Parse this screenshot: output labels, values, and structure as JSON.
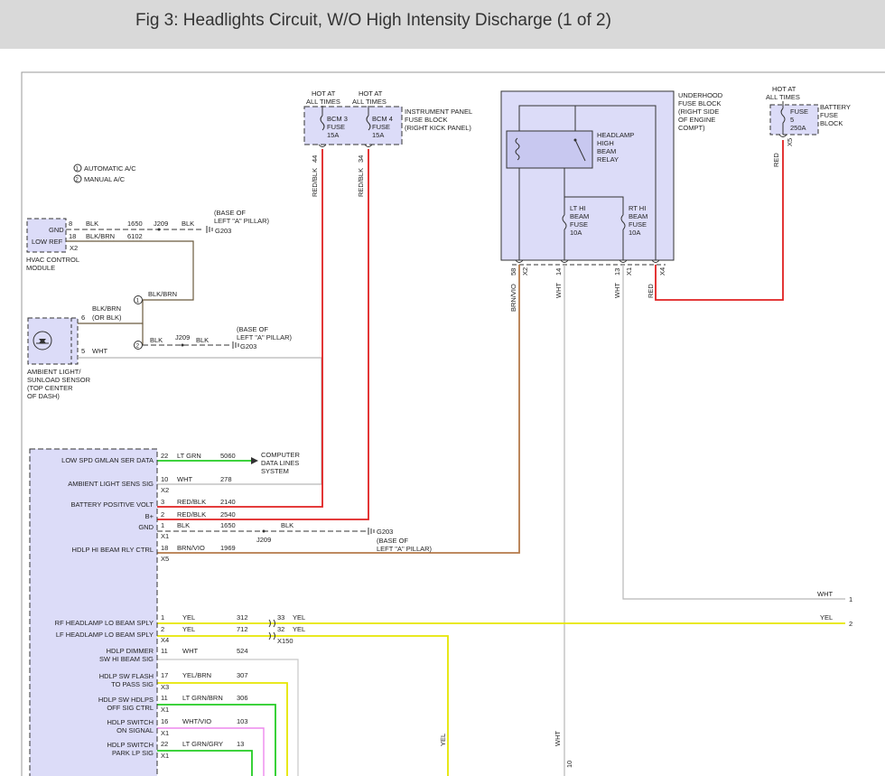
{
  "page": {
    "title": "Fig 3: Headlights Circuit, W/O High Intensity Discharge (1 of 2)"
  },
  "colors": {
    "module_fill": "#dcdcf8",
    "red": "#e02020",
    "brown": "#b57a4a",
    "green": "#22cc22",
    "yellow": "#e6e600",
    "gray": "#b8b8b8",
    "pink": "#ee88ee",
    "black": "#333333",
    "frame": "#999999"
  },
  "legend": [
    {
      "num": "1",
      "text": "AUTOMATIC A/C"
    },
    {
      "num": "2",
      "text": "MANUAL A/C"
    }
  ],
  "ip_fuse_block": {
    "hot1": [
      "HOT AT",
      "ALL TIMES"
    ],
    "hot2": [
      "HOT AT",
      "ALL TIMES"
    ],
    "name": [
      "INSTRUMENT PANEL",
      "FUSE BLOCK",
      "(RIGHT KICK PANEL)"
    ],
    "fuse1": [
      "BCM 3",
      "FUSE",
      "15A"
    ],
    "fuse2": [
      "BCM 4",
      "FUSE",
      "15A"
    ],
    "pin1": "44",
    "pin2": "34",
    "wire1": "RED/BLK",
    "wire2": "RED/BLK"
  },
  "underhood": {
    "name": [
      "UNDERHOOD",
      "FUSE BLOCK",
      "(RIGHT SIDE",
      "OF ENGINE",
      "COMPT)"
    ],
    "relay": [
      "HEADLAMP",
      "HIGH",
      "BEAM",
      "RELAY"
    ],
    "lt_fuse": [
      "LT HI",
      "BEAM",
      "FUSE",
      "10A"
    ],
    "rt_fuse": [
      "RT HI",
      "BEAM",
      "FUSE",
      "10A"
    ],
    "pin58": "58",
    "x2": "X2",
    "pin14": "14",
    "pin13": "13",
    "x1": "X1",
    "x4": "X4",
    "w58": "BRN/VIO",
    "w14": "WHT",
    "w13": "WHT",
    "wred": "RED"
  },
  "battery": {
    "hot": [
      "HOT AT",
      "ALL TIMES"
    ],
    "fuse": [
      "FUSE",
      "5",
      "250A"
    ],
    "name": [
      "BATTERY",
      "FUSE",
      "BLOCK"
    ],
    "x5": "X5",
    "wire": "RED"
  },
  "hvac": {
    "gnd": "GND",
    "low_ref": "LOW REF",
    "x2": "X2",
    "name": [
      "HVAC CONTROL",
      "MODULE"
    ],
    "row1": [
      "8",
      "BLK",
      "1650",
      "J209",
      "BLK"
    ],
    "row2": [
      "18",
      "BLK/BRN",
      "6102"
    ],
    "base": [
      "(BASE OF",
      "LEFT \"A\" PILLAR)"
    ],
    "g203": "G203"
  },
  "sensor": {
    "name": [
      "AMBIENT LIGHT/",
      "SUNLOAD SENSOR",
      "(TOP CENTER",
      "OF DASH)"
    ],
    "pin6": "6",
    "w6": [
      "BLK/BRN",
      "(OR BLK)"
    ],
    "pin5": "5",
    "w5": "WHT",
    "opt1": "1",
    "opt1_wire": "BLK/BRN",
    "opt2": "2",
    "opt2_wire": "BLK",
    "j209": "J209",
    "blk": "BLK",
    "base": [
      "(BASE OF",
      "LEFT \"A\" PILLAR)"
    ],
    "g203": "G203"
  },
  "bcm_rows": [
    {
      "label": "LOW SPD GMLAN SER DATA",
      "pin": "22",
      "wire": "LT GRN",
      "circuit": "5060"
    },
    {
      "label": "AMBIENT LIGHT SENS SIG",
      "pin": "10",
      "wire": "WHT",
      "circuit": "278"
    },
    {
      "label": "BATTERY POSITIVE VOLT",
      "pin": "3",
      "wire": "RED/BLK",
      "circuit": "2140"
    },
    {
      "label": "B+",
      "pin": "2",
      "wire": "RED/BLK",
      "circuit": "2540"
    },
    {
      "label": "GND",
      "pin": "1",
      "wire": "BLK",
      "circuit": "1650"
    },
    {
      "label": "HDLP HI BEAM RLY CTRL",
      "pin": "18",
      "wire": "BRN/VIO",
      "circuit": "1969"
    },
    {
      "label": "RF HEADLAMP LO BEAM SPLY",
      "pin": "1",
      "wire": "YEL",
      "circuit": "312"
    },
    {
      "label": "LF HEADLAMP LO BEAM SPLY",
      "pin": "2",
      "wire": "YEL",
      "circuit": "712"
    },
    {
      "label": [
        "HDLP DIMMER",
        "SW HI BEAM SIG"
      ],
      "pin": "11",
      "wire": "WHT",
      "circuit": "524"
    },
    {
      "label": [
        "HDLP SW FLASH",
        "TO PASS SIG"
      ],
      "pin": "17",
      "wire": "YEL/BRN",
      "circuit": "307"
    },
    {
      "label": [
        "HDLP SW HDLPS",
        "OFF SIG CTRL"
      ],
      "pin": "11",
      "wire": "LT GRN/BRN",
      "circuit": "306"
    },
    {
      "label": [
        "HDLP SWITCH",
        "ON SIGNAL"
      ],
      "pin": "16",
      "wire": "WHT/VIO",
      "circuit": "103"
    },
    {
      "label": [
        "HDLP SWITCH",
        "PARK LP SIG"
      ],
      "pin": "22",
      "wire": "LT GRN/GRY",
      "circuit": "13"
    }
  ],
  "connectors": {
    "x1": "X1",
    "x2": "X2",
    "x3": "X3",
    "x4": "X4",
    "x5": "X5",
    "x150": "X150"
  },
  "gmlan_dest": [
    "COMPUTER",
    "DATA LINES",
    "SYSTEM"
  ],
  "gnd_splice": {
    "j209": "J209",
    "blk": "BLK",
    "g203": "G203",
    "base": [
      "(BASE OF",
      "LEFT \"A\" PILLAR)"
    ]
  },
  "inline": {
    "p33": "33",
    "w33": "YEL",
    "p32": "32",
    "w32": "YEL"
  },
  "offpage": [
    {
      "num": "1",
      "wire": "WHT"
    },
    {
      "num": "2",
      "wire": "YEL"
    }
  ],
  "bottom": {
    "yel": "YEL",
    "wht": "WHT",
    "p10": "10"
  }
}
